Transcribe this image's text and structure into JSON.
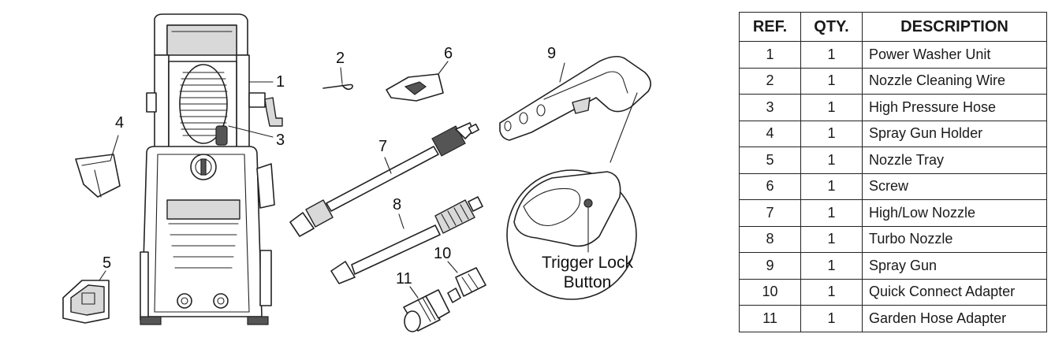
{
  "diagram": {
    "labels": [
      "1",
      "2",
      "3",
      "4",
      "5",
      "6",
      "7",
      "8",
      "9",
      "10",
      "11"
    ],
    "callout": [
      "Trigger Lock",
      "Button"
    ]
  },
  "table": {
    "headers": [
      "REF.",
      "QTY.",
      "DESCRIPTION"
    ],
    "rows": [
      [
        "1",
        "1",
        "Power Washer Unit"
      ],
      [
        "2",
        "1",
        "Nozzle Cleaning Wire"
      ],
      [
        "3",
        "1",
        "High Pressure Hose"
      ],
      [
        "4",
        "1",
        "Spray Gun Holder"
      ],
      [
        "5",
        "1",
        "Nozzle Tray"
      ],
      [
        "6",
        "1",
        "Screw"
      ],
      [
        "7",
        "1",
        "High/Low Nozzle"
      ],
      [
        "8",
        "1",
        "Turbo Nozzle"
      ],
      [
        "9",
        "1",
        "Spray Gun"
      ],
      [
        "10",
        "1",
        "Quick Connect Adapter"
      ],
      [
        "11",
        "1",
        "Garden Hose Adapter"
      ]
    ]
  }
}
